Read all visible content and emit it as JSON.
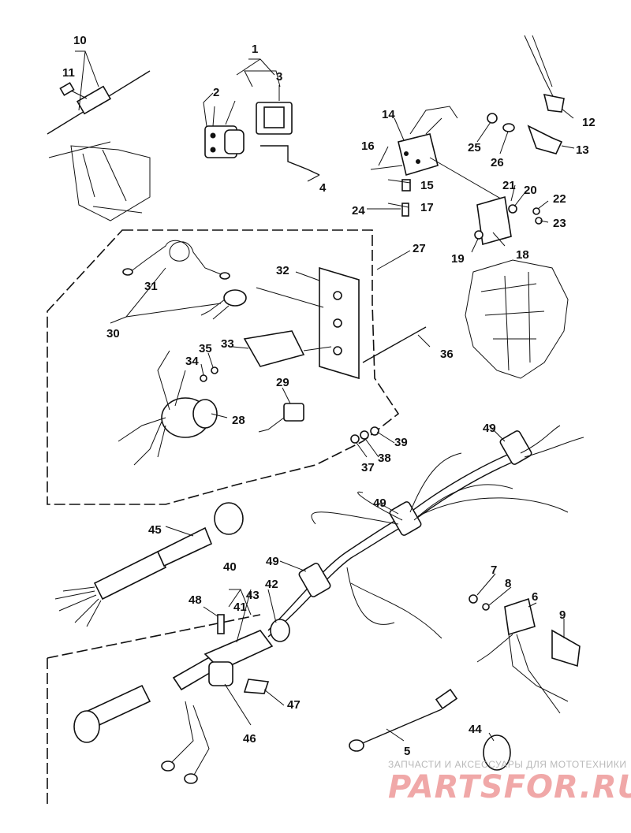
{
  "callouts": [
    {
      "id": "c1",
      "text": "1"
    },
    {
      "id": "c2",
      "text": "2"
    },
    {
      "id": "c3",
      "text": "3"
    },
    {
      "id": "c4",
      "text": "4"
    },
    {
      "id": "c5",
      "text": "5"
    },
    {
      "id": "c6",
      "text": "6"
    },
    {
      "id": "c7",
      "text": "7"
    },
    {
      "id": "c8",
      "text": "8"
    },
    {
      "id": "c9",
      "text": "9"
    },
    {
      "id": "c10",
      "text": "10"
    },
    {
      "id": "c11",
      "text": "11"
    },
    {
      "id": "c12",
      "text": "12"
    },
    {
      "id": "c13",
      "text": "13"
    },
    {
      "id": "c14",
      "text": "14"
    },
    {
      "id": "c15",
      "text": "15"
    },
    {
      "id": "c16",
      "text": "16"
    },
    {
      "id": "c17",
      "text": "17"
    },
    {
      "id": "c18",
      "text": "18"
    },
    {
      "id": "c19",
      "text": "19"
    },
    {
      "id": "c20",
      "text": "20"
    },
    {
      "id": "c21",
      "text": "21"
    },
    {
      "id": "c22",
      "text": "22"
    },
    {
      "id": "c23",
      "text": "23"
    },
    {
      "id": "c24",
      "text": "24"
    },
    {
      "id": "c25",
      "text": "25"
    },
    {
      "id": "c26",
      "text": "26"
    },
    {
      "id": "c27",
      "text": "27"
    },
    {
      "id": "c28",
      "text": "28"
    },
    {
      "id": "c29",
      "text": "29"
    },
    {
      "id": "c30",
      "text": "30"
    },
    {
      "id": "c31",
      "text": "31"
    },
    {
      "id": "c32",
      "text": "32"
    },
    {
      "id": "c33",
      "text": "33"
    },
    {
      "id": "c34",
      "text": "34"
    },
    {
      "id": "c35",
      "text": "35"
    },
    {
      "id": "c36",
      "text": "36"
    },
    {
      "id": "c37",
      "text": "37"
    },
    {
      "id": "c38",
      "text": "38"
    },
    {
      "id": "c39",
      "text": "39"
    },
    {
      "id": "c40",
      "text": "40"
    },
    {
      "id": "c41",
      "text": "41"
    },
    {
      "id": "c42",
      "text": "42"
    },
    {
      "id": "c43",
      "text": "43"
    },
    {
      "id": "c44",
      "text": "44"
    },
    {
      "id": "c45",
      "text": "45"
    },
    {
      "id": "c46",
      "text": "46"
    },
    {
      "id": "c47",
      "text": "47"
    },
    {
      "id": "c48",
      "text": "48"
    },
    {
      "id": "c49a",
      "text": "49"
    },
    {
      "id": "c49b",
      "text": "49"
    },
    {
      "id": "c49c",
      "text": "49"
    }
  ],
  "watermark": {
    "tagline": "ЗАПЧАСТИ И АКСЕССУАРЫ ДЛЯ МОТОТЕХНИКИ",
    "brand": "PARTSFOR.RU",
    "color": "#f0a8a8"
  }
}
